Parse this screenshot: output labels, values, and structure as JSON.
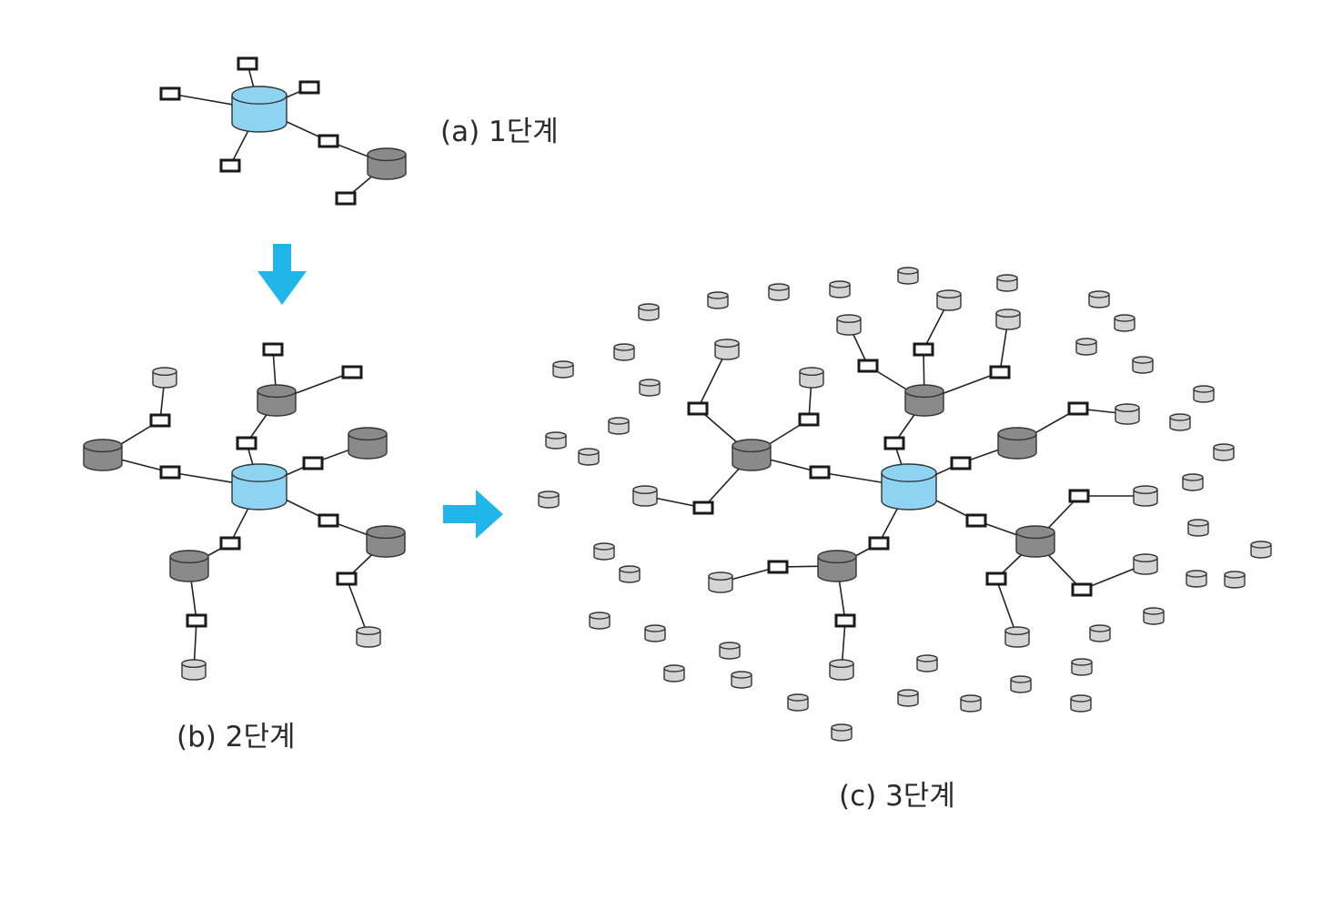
{
  "labels": {
    "stage_a": "(a) 1단계",
    "stage_b": "(b) 2단계",
    "stage_c": "(c) 3단계"
  },
  "colors": {
    "hub": "#8fd3f2",
    "secondary": "#8a8a8a",
    "peripheral": "#d4d4d4",
    "arrow": "#22b5ea",
    "line": "#222222"
  },
  "icons": {
    "large_node": "database-cylinder-icon",
    "small_node": "terminal-rectangle-icon",
    "transition": "arrow-icon"
  }
}
